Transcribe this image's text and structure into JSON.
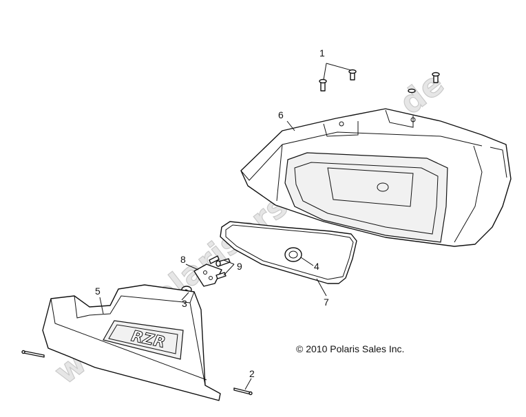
{
  "watermark": "www.polarisersatzteile.de",
  "copyright": "© 2010 Polaris Sales Inc.",
  "badge_text": "RZR",
  "callouts": {
    "c1": "1",
    "c2": "2",
    "c3": "3",
    "c4": "4",
    "c5": "5",
    "c6": "6",
    "c7": "7",
    "c8": "8",
    "c9": "9"
  }
}
